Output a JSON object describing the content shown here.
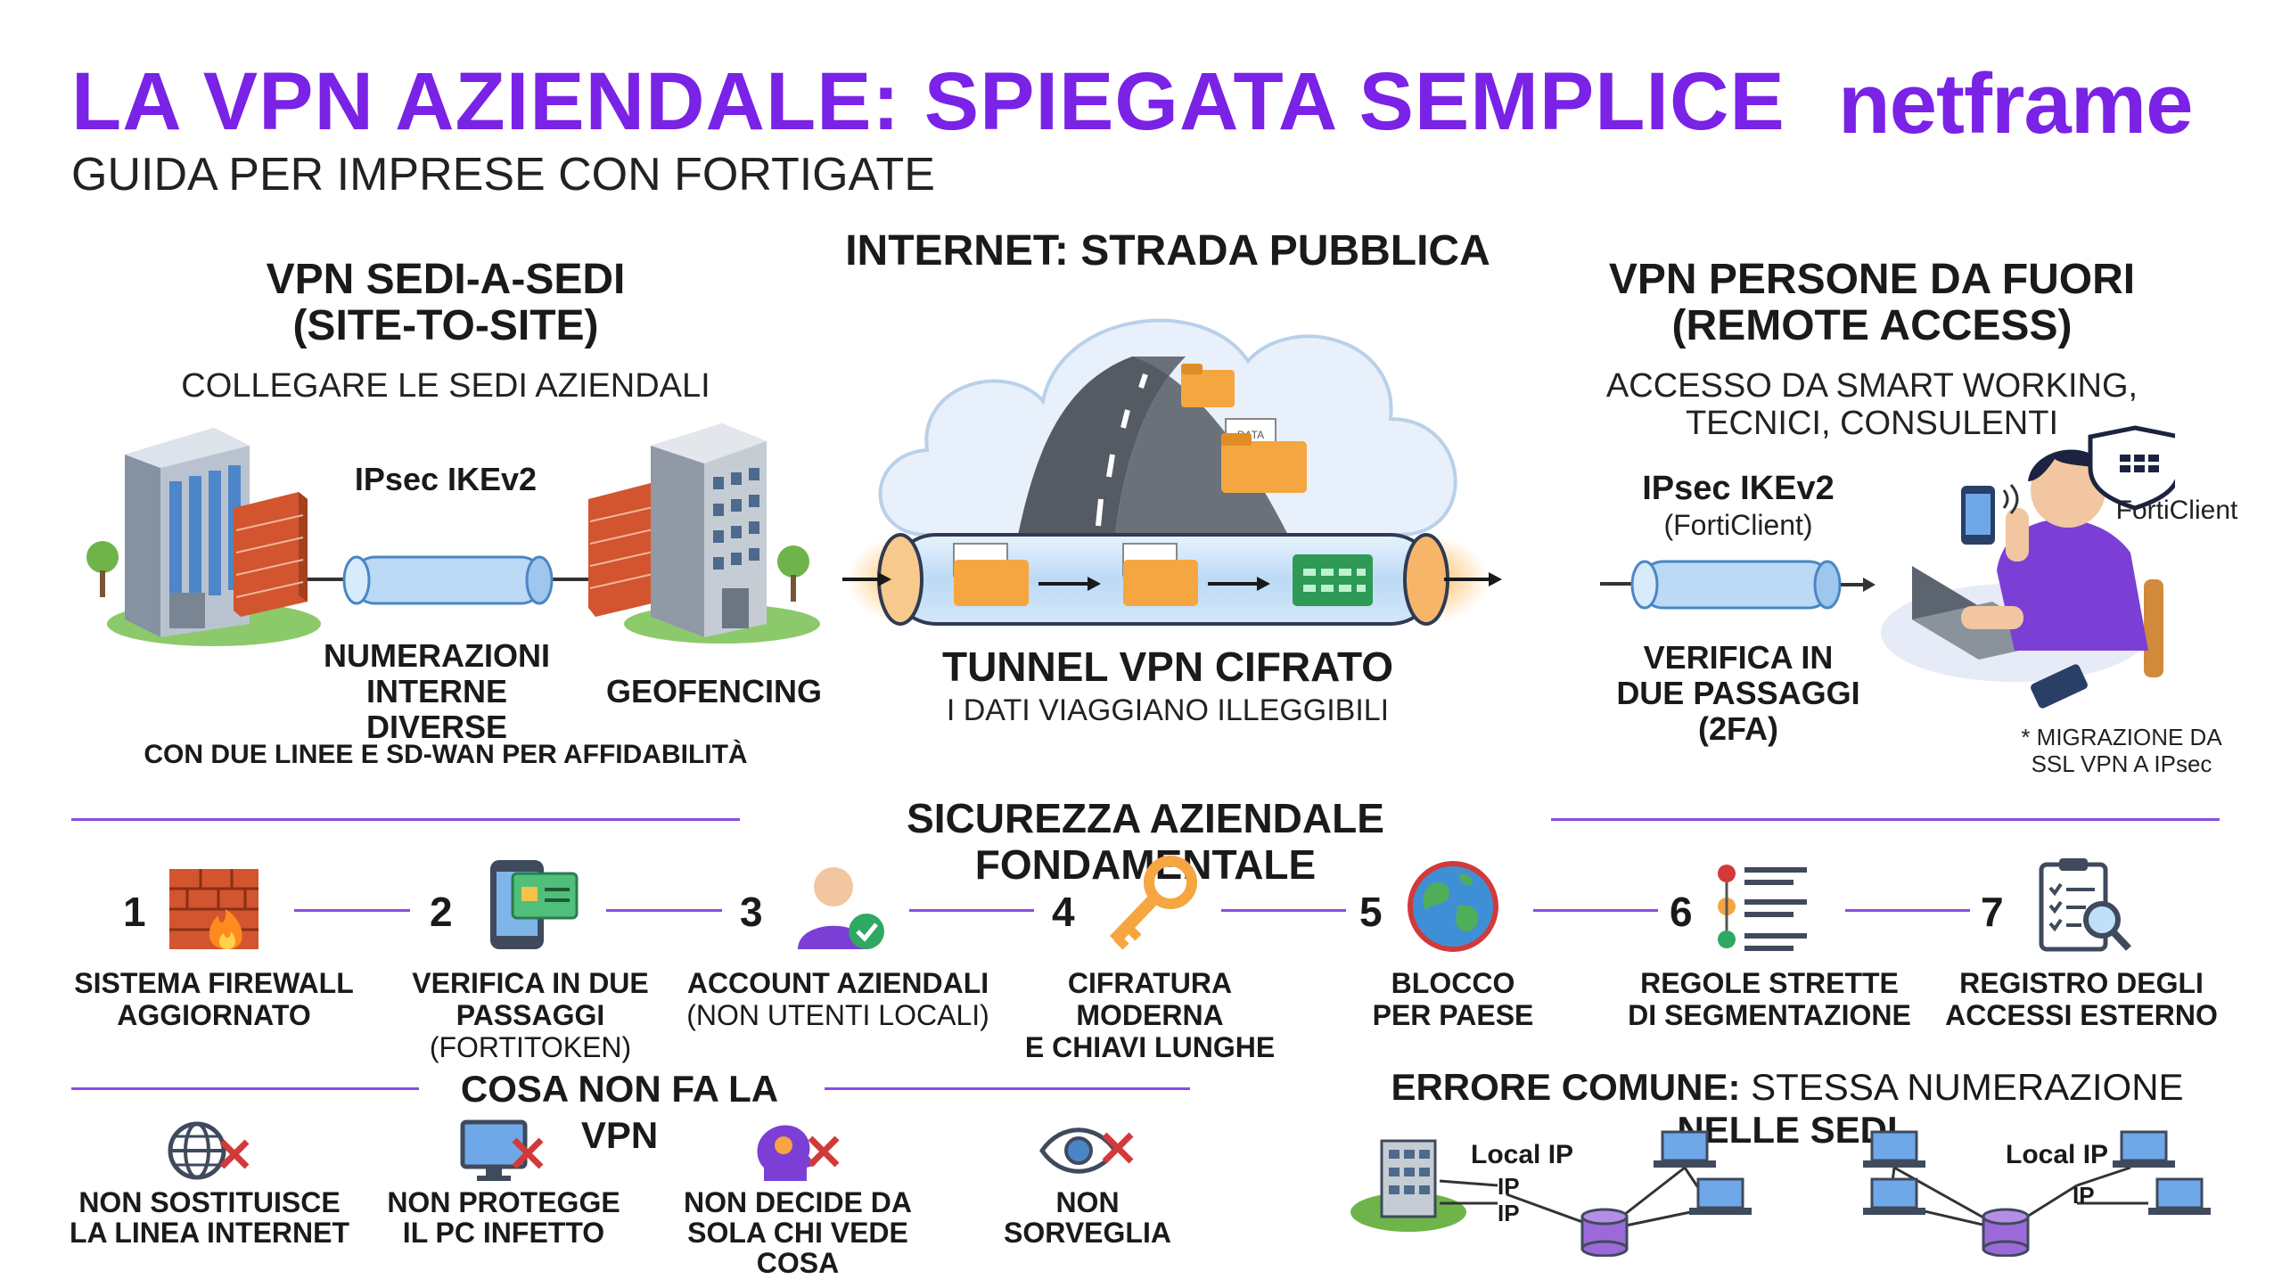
{
  "header": {
    "title": "LA VPN AZIENDALE: SPIEGATA SEMPLICE",
    "subtitle": "GUIDA PER IMPRESE CON FORTIGATE",
    "logo": "netframe"
  },
  "site_to_site": {
    "title_line1": "VPN SEDI-A-SEDI",
    "title_line2": "(SITE-TO-SITE)",
    "description": "COLLEGARE LE SEDI AZIENDALI",
    "protocol": "IPsec IKEv2",
    "label_numbering_line1": "NUMERAZIONI",
    "label_numbering_line2": "INTERNE DIVERSE",
    "label_geofencing": "GEOFENCING",
    "note": "CON DUE LINEE E SD-WAN PER AFFIDABILITÀ"
  },
  "internet": {
    "title": "INTERNET: STRADA PUBBLICA",
    "data_label": "DATA",
    "tunnel_title": "TUNNEL VPN CIFRATO",
    "tunnel_subtitle": "I DATI VIAGGIANO ILLEGGIBILI"
  },
  "remote_access": {
    "title_line1": "VPN PERSONE DA FUORI",
    "title_line2": "(REMOTE ACCESS)",
    "description_line1": "ACCESSO DA SMART WORKING,",
    "description_line2": "TECNICI, CONSULENTI",
    "protocol": "IPsec IKEv2",
    "client": "(FortiClient)",
    "forticlient_label": "FortiClient",
    "verify_line1": "VERIFICA IN",
    "verify_line2": "DUE PASSAGGI",
    "verify_line3": "(2FA)",
    "note_line1": "* MIGRAZIONE DA",
    "note_line2": "SSL VPN A IPsec"
  },
  "security": {
    "title": "SICUREZZA AZIENDALE FONDAMENTALE",
    "steps": [
      {
        "num": "1",
        "line1": "SISTEMA FIREWALL",
        "line2": "AGGIORNATO",
        "icon": "firewall-fire-icon"
      },
      {
        "num": "2",
        "line1": "VERIFICA IN DUE",
        "line2": "PASSAGGI",
        "line2_light": " (FORTITOKEN)",
        "icon": "phone-2fa-icon"
      },
      {
        "num": "3",
        "line1": "ACCOUNT AZIENDALI",
        "line2_light": "(NON UTENTI LOCALI)",
        "icon": "user-check-icon"
      },
      {
        "num": "4",
        "line1": "CIFRATURA MODERNA",
        "line2": "E CHIAVI LUNGHE",
        "icon": "key-icon"
      },
      {
        "num": "5",
        "line1": "BLOCCO",
        "line2": "PER PAESE",
        "icon": "globe-icon"
      },
      {
        "num": "6",
        "line1": "REGOLE STRETTE",
        "line2": "DI SEGMENTAZIONE",
        "icon": "rules-list-icon"
      },
      {
        "num": "7",
        "line1": "REGISTRO DEGLI",
        "line2": "ACCESSI ESTERNO",
        "icon": "clipboard-search-icon"
      }
    ]
  },
  "not_vpn": {
    "title": "COSA NON FA LA VPN",
    "items": [
      {
        "line1": "NON SOSTITUISCE",
        "line2": "LA LINEA INTERNET",
        "icon": "globe-x-icon"
      },
      {
        "line1": "NON PROTEGGE",
        "line2": "IL PC INFETTO",
        "icon": "monitor-x-icon"
      },
      {
        "line1": "NON DECIDE DA",
        "line2": "SOLA CHI VEDE COSA",
        "icon": "head-x-icon"
      },
      {
        "line1": "NON",
        "line2": "SORVEGLIA",
        "icon": "eye-x-icon"
      }
    ]
  },
  "common_error": {
    "title_bold1": "ERRORE COMUNE:",
    "title_normal": " STESSA NUMERAZIONE ",
    "title_bold2": "NELLE SEDI",
    "local_ip": "Local IP",
    "ip": "IP"
  },
  "colors": {
    "accent": "#7a22e6",
    "divider": "#8a4de0",
    "brick": "#d2552f",
    "folder": "#f5a640"
  }
}
